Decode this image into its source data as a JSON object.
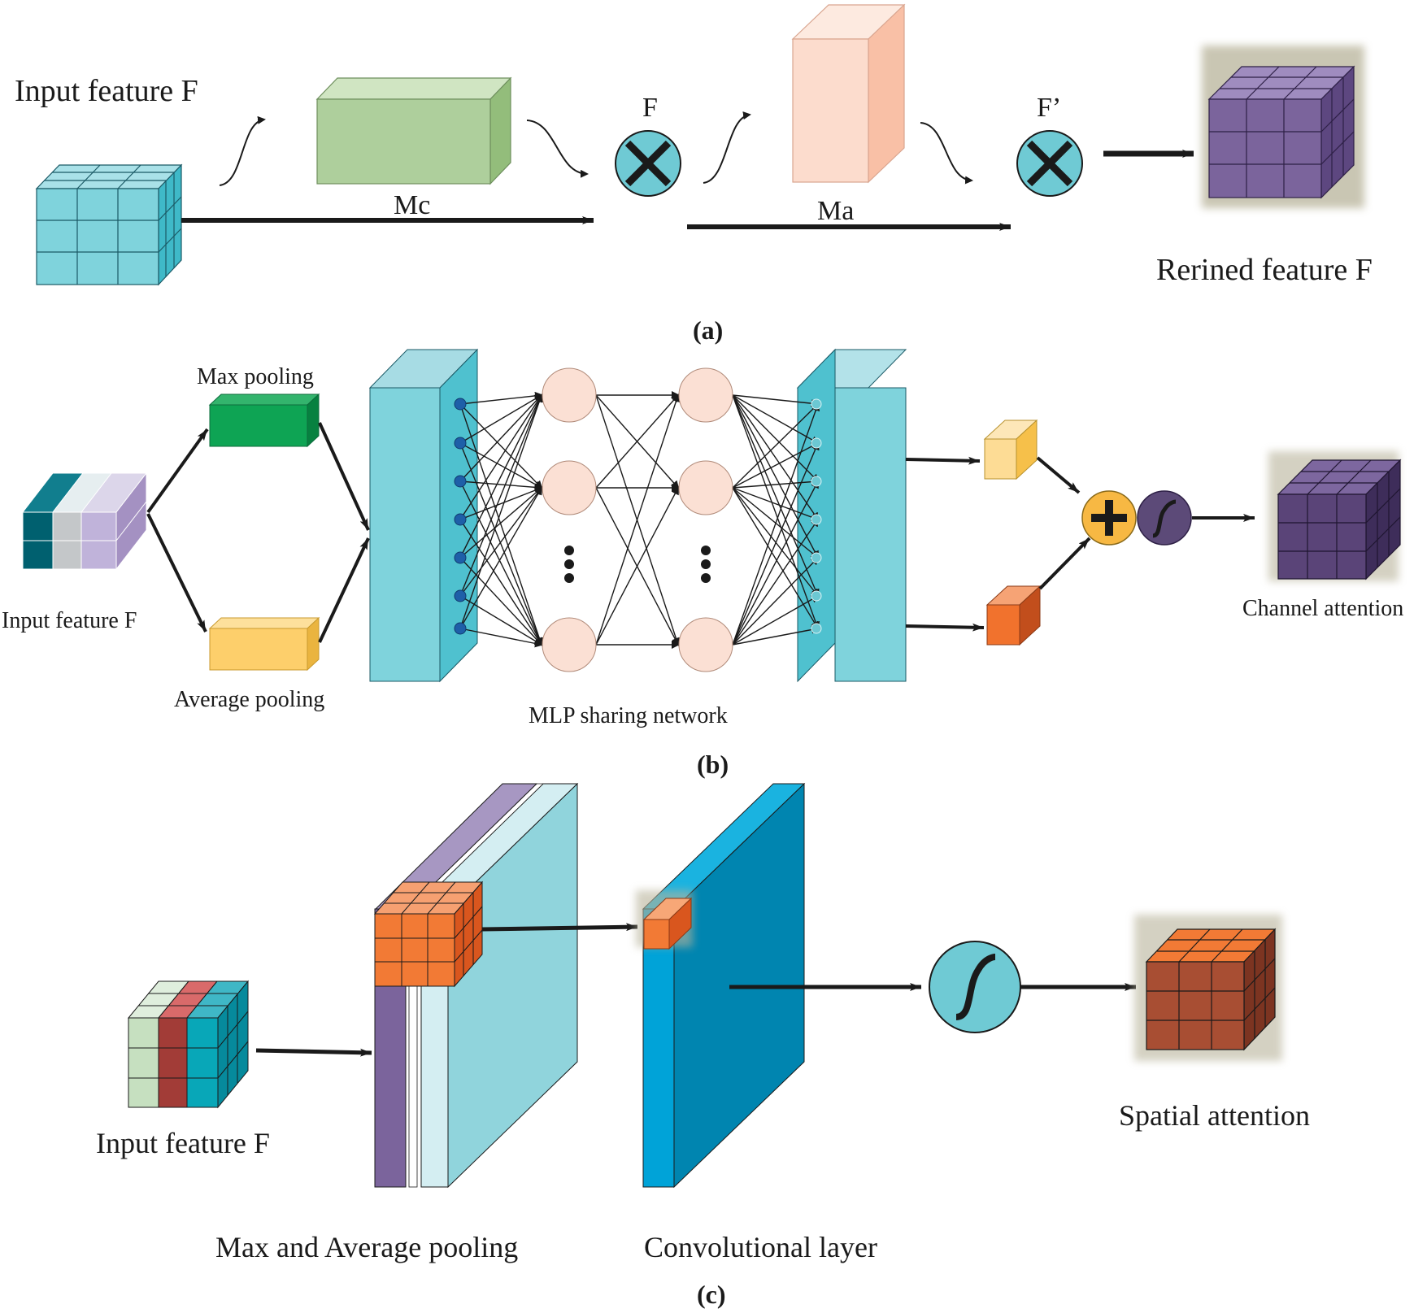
{
  "panel_a": {
    "input_label": "Input feature F",
    "mc_label": "Mc",
    "f_label": "F",
    "ma_label": "Ma",
    "f_prime_label": "F’",
    "output_label": "Rerined feature F",
    "caption": "(a)"
  },
  "panel_b": {
    "max_pool_label": "Max pooling",
    "avg_pool_label": "Average pooling",
    "input_label": "Input feature F",
    "mlp_label": "MLP sharing network",
    "output_label": "Channel attention",
    "caption": "(b)"
  },
  "panel_c": {
    "input_label": "Input feature F",
    "pool_label": "Max and Average pooling",
    "conv_label": "Convolutional layer",
    "output_label": "Spatial attention",
    "caption": "(c)"
  },
  "colors": {
    "teal_cube": "#7fd3dc",
    "green_block": "#aecf9c",
    "peach_block": "#fcdccd",
    "purple_cube": "#7b649c",
    "multiply_circle": "#6fcad4",
    "mlp_node": "#fbe0d4",
    "plus_circle": "#f7b843",
    "sigmoid_dark": "#5c4a78",
    "orange_cube": "#f27a35",
    "conv_blue": "#00a3d8",
    "brown_cube": "#a84e33"
  }
}
